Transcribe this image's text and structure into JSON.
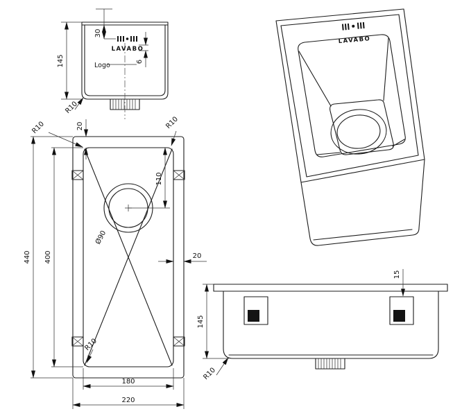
{
  "front_view": {
    "dim_height": "145",
    "dim_logo_offset": "30",
    "dim_logo_height": "6",
    "logo_label": "Logo",
    "brand": "LAVABO",
    "radius_label": "R10"
  },
  "plan_view": {
    "dim_rim_top": "20",
    "dim_rim_right": "20",
    "dim_drain_center": "110",
    "dim_drain_dia": "Ø90",
    "dim_outer_length": "440",
    "dim_inner_length": "400",
    "dim_inner_width": "180",
    "dim_outer_width": "220",
    "radius_top_left": "R10",
    "radius_top_right": "R10",
    "radius_bottom_left": "R10"
  },
  "iso_view": {
    "brand": "LAVABO"
  },
  "side_view": {
    "dim_clip_offset": "15",
    "dim_height": "145",
    "radius_label": "R10"
  }
}
